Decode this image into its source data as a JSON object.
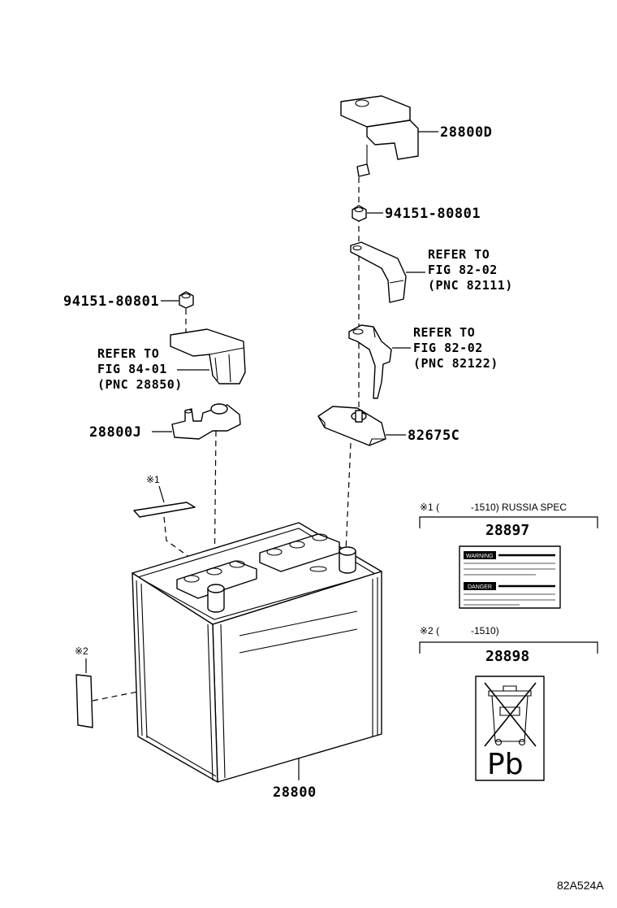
{
  "labels": {
    "cover": "28800D",
    "nut_top": "94151-80801",
    "nut_left": "94151-80801",
    "refer1": [
      "REFER TO",
      "FIG 82-02",
      "(PNC 82111)"
    ],
    "refer2": [
      "REFER TO",
      "FIG 82-02",
      "(PNC 82122)"
    ],
    "refer3": [
      "REFER TO",
      "FIG 84-01",
      "(PNC 28850)"
    ],
    "clamp": "28800J",
    "sensor": "82675C",
    "battery": "28800"
  },
  "markers": {
    "m1": "※1",
    "m2": "※2"
  },
  "notes": {
    "note1": {
      "mark": "※1 (",
      "range": "-1510) RUSSIA SPEC",
      "part_no": "28897"
    },
    "note2": {
      "mark": "※2 (",
      "range": "-1510)",
      "part_no": "28898"
    }
  },
  "label_caution": {
    "word1": "WARNING",
    "word2": "DANGER",
    "symbol": "Pb"
  },
  "figure_code": "82A524A"
}
